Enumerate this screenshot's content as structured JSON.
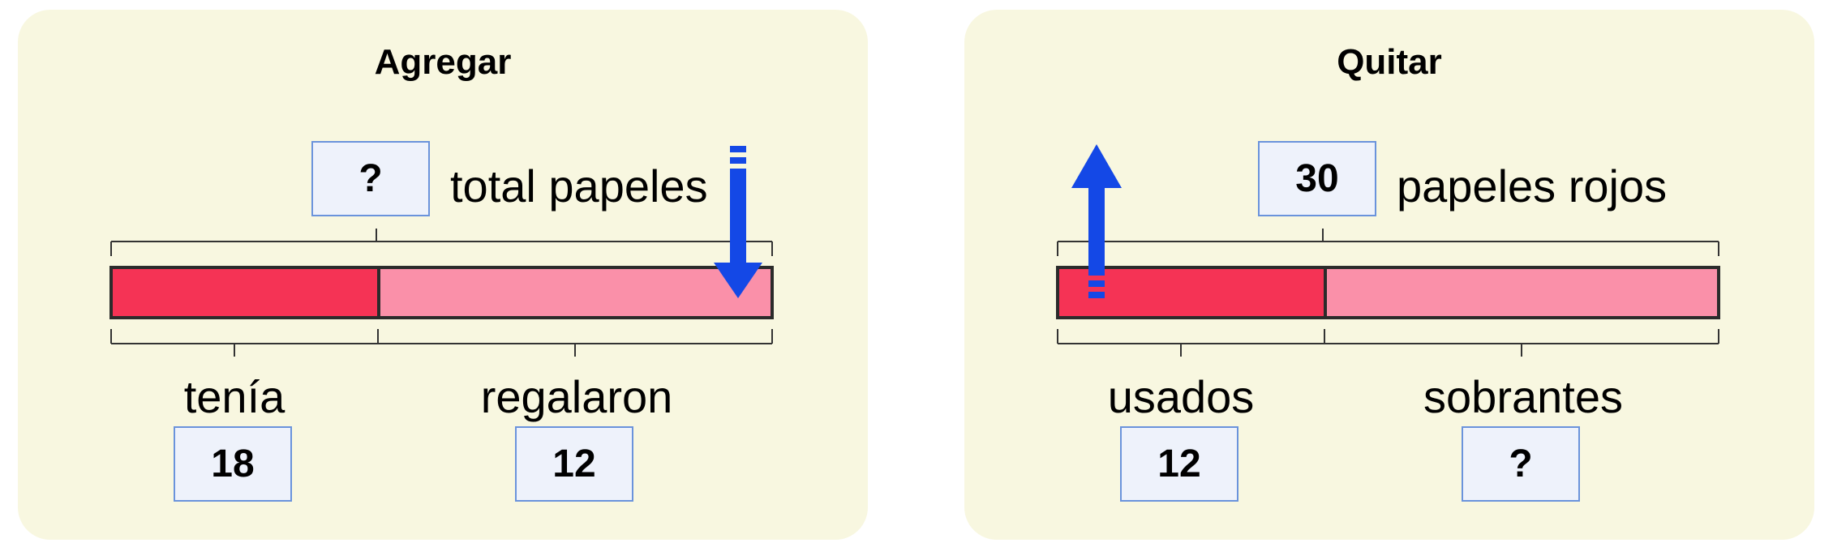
{
  "colors": {
    "panel_bg": "#f8f7e0",
    "bar_dark": "#f53355",
    "bar_light": "#fa90a9",
    "arrow": "#1448e6",
    "box_bg": "#eef2fb",
    "box_border": "#6a93dc"
  },
  "panels": [
    {
      "title": "Agregar",
      "top_box": "?",
      "top_label": "total papeles",
      "segments": [
        {
          "label": "tenía",
          "value": "18",
          "part": 0.404
        },
        {
          "label": "regalaron",
          "value": "12",
          "part": 0.596
        }
      ],
      "arrow": {
        "direction": "down",
        "icon": "arrow-down-icon"
      }
    },
    {
      "title": "Quitar",
      "top_box": "30",
      "top_label": "papeles rojos",
      "segments": [
        {
          "label": "usados",
          "value": "12",
          "part": 0.403
        },
        {
          "label": "sobrantes",
          "value": "?",
          "part": 0.597
        }
      ],
      "arrow": {
        "direction": "up",
        "icon": "arrow-up-icon"
      }
    }
  ]
}
